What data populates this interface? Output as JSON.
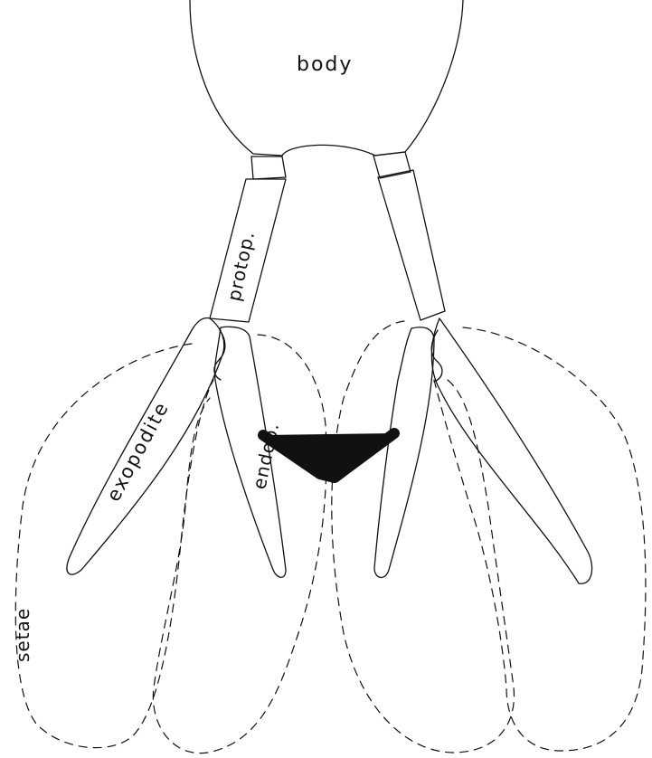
{
  "diagram": {
    "labels": {
      "body": "body",
      "protopodite": "protop.",
      "exopodite": "exopodite",
      "endopodite": "endop.",
      "setae": "setae"
    },
    "colors": {
      "ink": "#111111",
      "background": "#ffffff"
    }
  }
}
